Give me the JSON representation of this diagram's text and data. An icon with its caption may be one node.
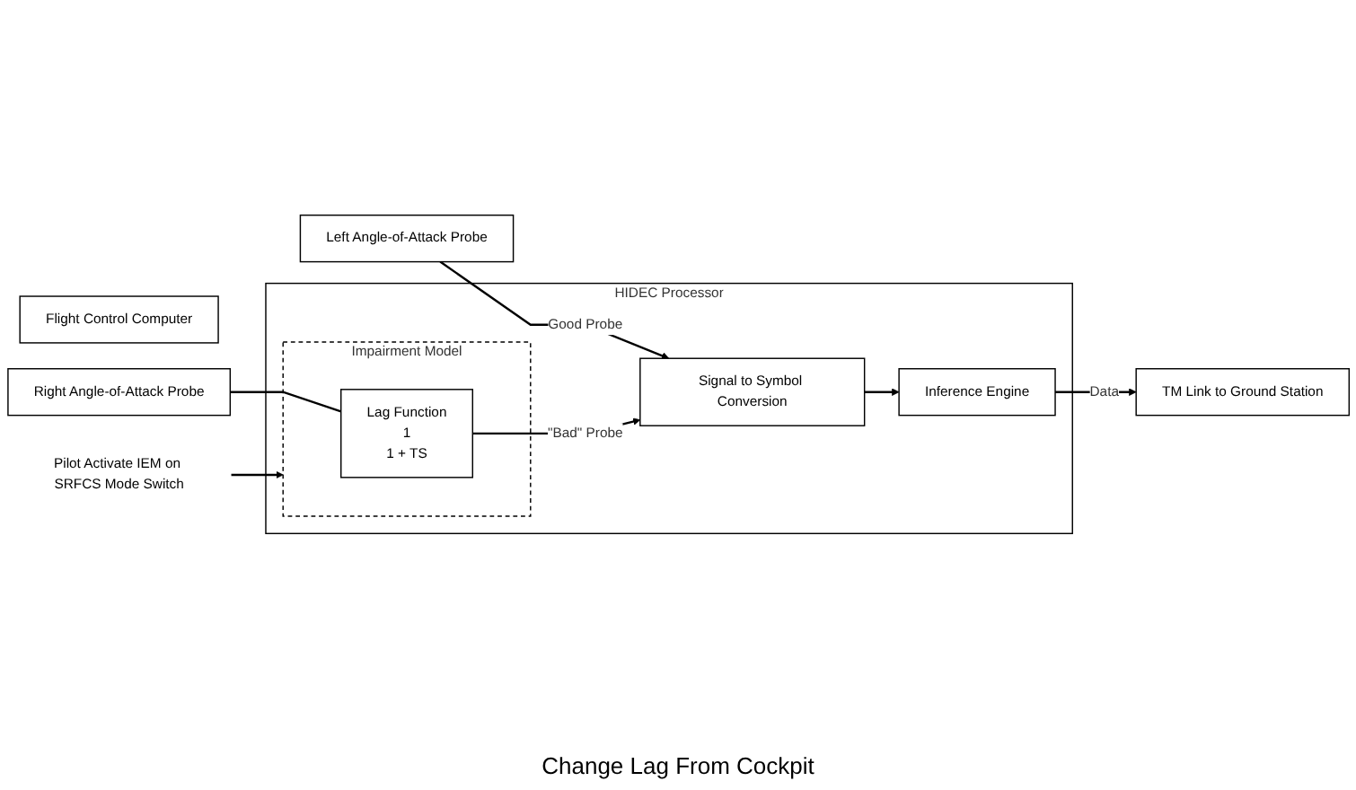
{
  "diagram": {
    "nodes": [
      {
        "text": [
          "Left Angle-of-Attack Probe"
        ]
      },
      {
        "text": [
          "Flight Control Computer"
        ]
      },
      {
        "text": [
          "HIDEC Processor"
        ]
      },
      {
        "text": [
          "Signal to Symbol Conversion"
        ],
        "in": 2
      },
      {
        "text": [
          "Inference Engine"
        ],
        "in": 2
      },
      {
        "text": [
          "Impairment Model"
        ],
        "in": 2
      },
      {
        "text": [
          "Lag Function",
          "1",
          "1 + TS"
        ],
        "in": 5
      },
      {
        "text": [
          "TM Link to Ground Station"
        ]
      },
      {
        "text": [
          "Right Angle-of-Attack Probe"
        ]
      },
      {
        "text": [
          "Pilot Activate IEM on SRFCS Mode Switch"
        ]
      }
    ],
    "edges": [
      {
        "from": 0,
        "to": 3,
        "arrow": "to",
        "label": "Good Probe"
      },
      {
        "from": 8,
        "to": 6,
        "arrow": "none"
      },
      {
        "from": 6,
        "to": 3,
        "arrow": "to",
        "label": "\"Bad\" Probe"
      },
      {
        "from": 3,
        "to": 4,
        "arrow": "to"
      },
      {
        "from": 4,
        "to": 7,
        "arrow": "to",
        "label": "Data"
      },
      {
        "from": 9,
        "to": 5,
        "arrow": "to"
      }
    ],
    "labels": [
      "Change Lag From Cockpit"
    ]
  }
}
